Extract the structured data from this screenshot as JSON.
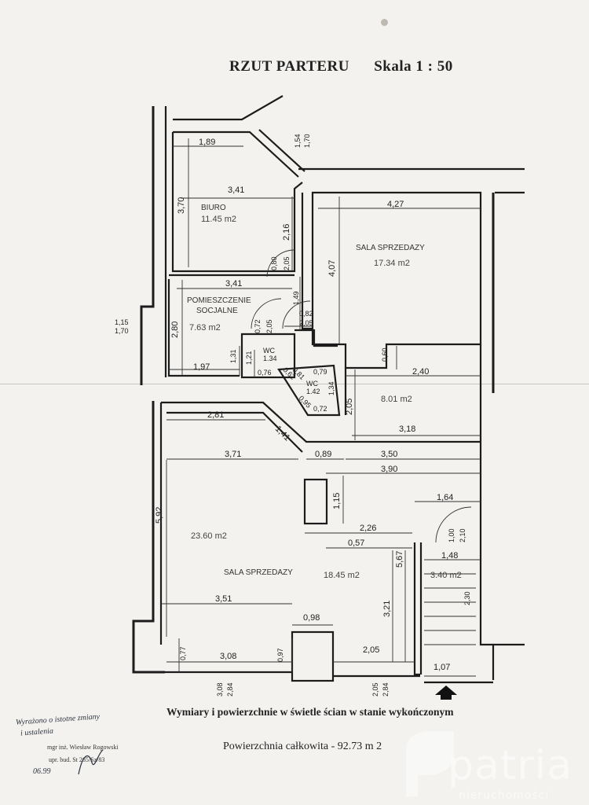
{
  "header": {
    "title": "RZUT PARTERU",
    "scale": "Skala 1 : 50"
  },
  "rooms": {
    "biuro": {
      "name": "BIURO",
      "area": "11.45 m2"
    },
    "socjalne": {
      "name_line1": "POMIESZCZENIE",
      "name_line2": "SOCJALNE",
      "area": "7.63 m2"
    },
    "sala_top": {
      "name": "SALA SPRZEDAZY",
      "area": "17.34 m2"
    },
    "wc1": {
      "name": "WC",
      "area": "1.34"
    },
    "wc2": {
      "name": "WC",
      "area": "1.42"
    },
    "corridor": {
      "area": "8.01 m2"
    },
    "sala_left": {
      "area": "23.60 m2"
    },
    "sala_bottom": {
      "name": "SALA SPRZEDAZY",
      "area": "18.45 m2"
    },
    "stair": {
      "area": "3.40 m2"
    }
  },
  "dims": {
    "d1_89": "1,89",
    "d3_41a": "3,41",
    "d3_70": "3,70",
    "d2_16": "2,16",
    "d0_80": "0,80",
    "d2_05a": "2,05",
    "d1_54": "1,54",
    "d1_70a": "1,70",
    "d4_27": "4,27",
    "d4_07": "4,07",
    "d3_41b": "3,41",
    "d1_49": "1,49",
    "d0_82": "0,82",
    "d2_05b": "2,05",
    "d0_72a": "0,72",
    "d2_05c": "2,05",
    "d2_80": "2,80",
    "d1_15": "1,15",
    "d1_70b": "1,70",
    "d1_31": "1,31",
    "d1_21": "1,21",
    "d1_97": "1,97",
    "d0_60": "0,60",
    "d2_40": "2,40",
    "d0_79": "0,79",
    "d1_34": "1,34",
    "d0_72b": "0,72",
    "d0_95": "0,95",
    "d0_81": "0,81",
    "d0_62": "0,62",
    "d0_76": "0,76",
    "d2_05d": "2,05",
    "d3_18": "3,18",
    "d2_81": "2,81",
    "d1_41": "1,41",
    "d3_71": "3,71",
    "d0_89": "0,89",
    "d3_50": "3,50",
    "d3_90": "3,90",
    "d5_92": "5,92",
    "d1_15b": "1,15",
    "d1_64": "1,64",
    "d1_00": "1,00",
    "d2_10": "2,10",
    "d2_26": "2,26",
    "d0_57": "0,57",
    "d5_67": "5,67",
    "d1_48": "1,48",
    "d2_30": "2,30",
    "d3_51": "3,51",
    "d3_21": "3,21",
    "d0_98": "0,98",
    "d0_77": "0,77",
    "d3_08": "3,08",
    "d0_97": "0,97",
    "d2_05e": "2,05",
    "d1_07": "1,07",
    "d3_08b": "3,08",
    "d2_84a": "2,84",
    "d2_05f": "2,05",
    "d2_84b": "2,84"
  },
  "notes": {
    "dimensions": "Wymiary i powierzchnie w świetle ścian w stanie wykończonym",
    "total_area": "Powierzchnia całkowita - 92.73 m 2"
  },
  "stamp": {
    "line1": "mgr inż. Wiesław Rogowski",
    "line2": "upr. bud. St 265/Sz/83"
  },
  "handwriting": {
    "line1": "Wyrażono o istotne zmiany",
    "line2": "i ustalenia",
    "date": "06.99"
  },
  "watermark": {
    "brand": "patria",
    "sub": "nieruchomości"
  }
}
